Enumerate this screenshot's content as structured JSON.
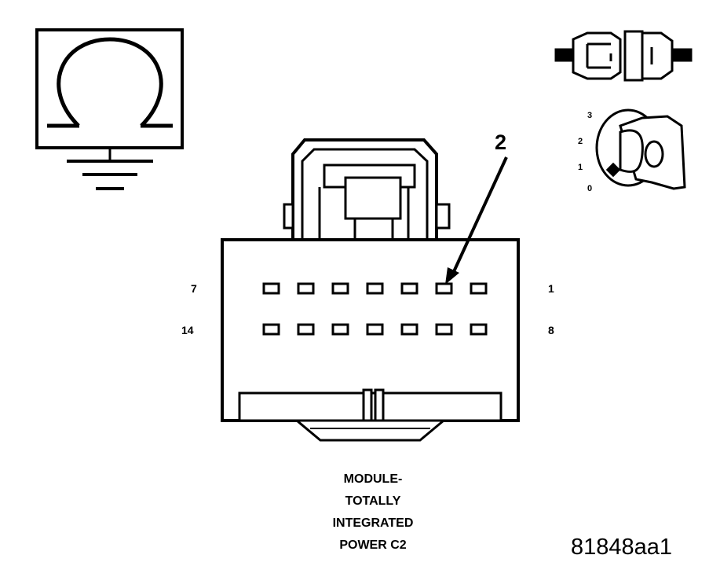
{
  "icons": {
    "ohmmeter": "ohmmeter-ground-icon",
    "connector": "disconnected-connector-icon",
    "ignition": "ignition-key-off-icon"
  },
  "ignition_positions": [
    "3",
    "2",
    "1",
    "0"
  ],
  "ignition_key_label": "0",
  "connector": {
    "row_top": {
      "left_label": "7",
      "right_label": "1",
      "cavities": 7
    },
    "row_bottom": {
      "left_label": "14",
      "right_label": "8",
      "cavities": 7
    },
    "pointer_label": "2",
    "pointer_cavity": 2
  },
  "caption_lines": [
    "MODULE-",
    "TOTALLY",
    "INTEGRATED",
    "POWER C2"
  ],
  "figure_id": "81848aa1"
}
